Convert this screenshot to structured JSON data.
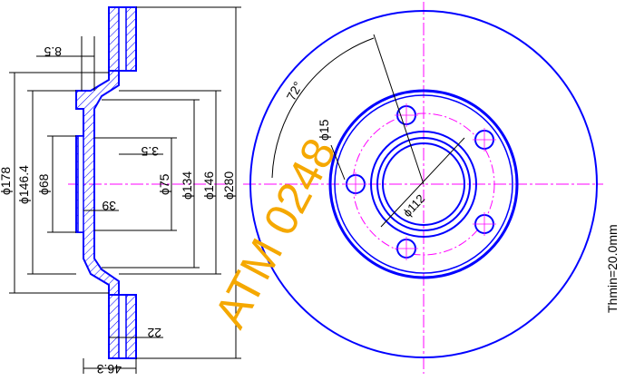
{
  "colors": {
    "outline": "#0000ff",
    "centerline": "#ff00ff",
    "dimension": "#000000",
    "watermark": "#f5a800",
    "hatch": "#0000ff"
  },
  "section_view": {
    "dimensions": {
      "d178": "ϕ178",
      "d146_4": "ϕ146.4",
      "d68": "ϕ68",
      "d75": "ϕ75",
      "d134": "ϕ134",
      "d146": "ϕ146",
      "d280": "ϕ280",
      "hat_depth": "8.5",
      "flange": "3.5",
      "hub_height": "39",
      "thickness": "22",
      "offset": "46.3"
    }
  },
  "front_view": {
    "dimensions": {
      "angle": "72°",
      "bolt_hole": "ϕ15",
      "pcd": "ϕ112"
    },
    "note": "Thmin=20.0mm"
  },
  "watermark": "ATM 0248"
}
